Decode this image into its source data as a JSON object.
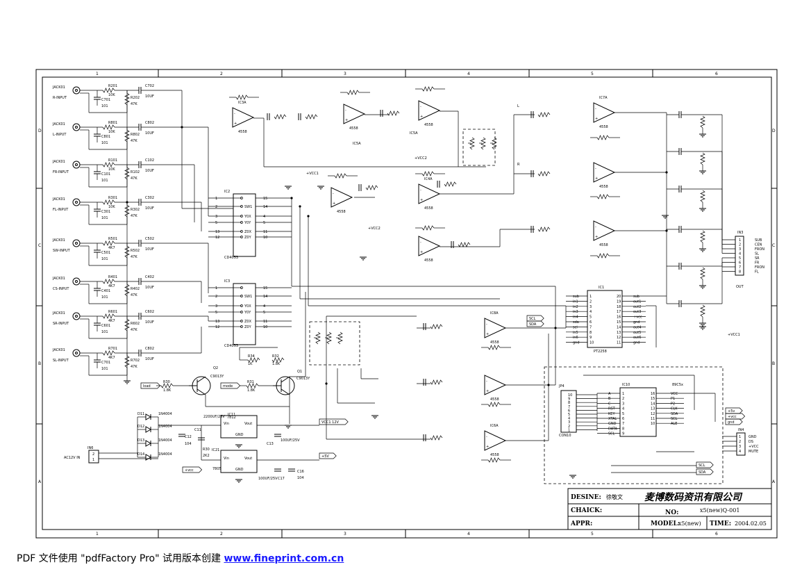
{
  "grid": {
    "cols": [
      "1",
      "2",
      "3",
      "4",
      "5",
      "6"
    ],
    "rows": [
      "D",
      "C",
      "B",
      "A"
    ]
  },
  "inputs": [
    {
      "jack": "JACK01",
      "label": "R-INPUT",
      "r1": "R201",
      "rv": "10K",
      "c": "C701",
      "cv": "101",
      "r2": "R202",
      "r2v": "47K",
      "cap": "C702",
      "capv": "10UF"
    },
    {
      "jack": "JACK01",
      "label": "L-INPUT",
      "r1": "R801",
      "rv": "10K",
      "c": "C801",
      "cv": "101",
      "r2": "R802",
      "r2v": "47K",
      "cap": "C802",
      "capv": "10UF"
    },
    {
      "jack": "JACK01",
      "label": "FR-INPUT",
      "r1": "R101",
      "rv": "10K",
      "c": "C101",
      "cv": "101",
      "r2": "R102",
      "r2v": "47K",
      "cap": "C102",
      "capv": "10UF"
    },
    {
      "jack": "JACK01",
      "label": "FL-INPUT",
      "r1": "R301",
      "rv": "10K",
      "c": "C301",
      "cv": "101",
      "r2": "R302",
      "r2v": "47K",
      "cap": "C302",
      "capv": "10UF"
    },
    {
      "jack": "JACK01",
      "label": "SW-INPUT",
      "r1": "R501",
      "rv": "4K7",
      "c": "C501",
      "cv": "101",
      "r2": "R502",
      "r2v": "47K",
      "cap": "C502",
      "capv": "10UF"
    },
    {
      "jack": "JACK01",
      "label": "CS-INPUT",
      "r1": "R401",
      "rv": "4K7",
      "c": "C401",
      "cv": "101",
      "r2": "R402",
      "r2v": "47K",
      "cap": "C402",
      "capv": "10UF"
    },
    {
      "jack": "JACK01",
      "label": "SR-INPUT",
      "r1": "R601",
      "rv": "4K7",
      "c": "C601",
      "cv": "101",
      "r2": "R602",
      "r2v": "47K",
      "cap": "C602",
      "capv": "10UF"
    },
    {
      "jack": "JACK01",
      "label": "SL-INPUT",
      "r1": "R701",
      "rv": "4K7",
      "c": "C701",
      "cv": "101",
      "r2": "R702",
      "r2v": "47K",
      "cap": "C802",
      "capv": "10UF"
    }
  ],
  "chips": {
    "ic2": "IC2",
    "ic2_part": "CD4053",
    "ic3": "IC3",
    "ic3_part": "CD4053",
    "ic1": "IC1",
    "ic1_part": "PT2258",
    "ic10": "IC10",
    "ic10_part": "89C5x",
    "ic3a": "IC3A",
    "ic5a": "IC5A",
    "ic4a": "IC4A",
    "ic7a": "IC7A",
    "ic8a": "IC8A",
    "ic6a": "IC6A",
    "op_part": "4558"
  },
  "switch_pins_left": [
    "1",
    "2",
    "3",
    "5",
    "13",
    "12"
  ],
  "switch_pins_right": [
    "15",
    "14",
    "4",
    "5",
    "11",
    "10"
  ],
  "switch_pin_names": [
    "SW1",
    "Y0X",
    "Y0Y",
    "Z0X",
    "Z0Y"
  ],
  "ic1_pins_left": [
    "1",
    "2",
    "3",
    "4",
    "5",
    "6",
    "7",
    "8",
    "9",
    "10"
  ],
  "ic1_pins_right": [
    "20",
    "19",
    "18",
    "17",
    "16",
    "15",
    "14",
    "13",
    "12",
    "11"
  ],
  "ic1_sig_left": [
    "sub",
    "in1",
    "in2",
    "in3",
    "in4",
    "sda",
    "scl",
    "in5",
    "in6",
    "gnd"
  ],
  "ic1_sig_right": [
    "sub",
    "out1",
    "out2",
    "out3",
    "+vcc",
    "gnd",
    "out4",
    "out5",
    "out6",
    "gnd"
  ],
  "mcu_pins_left": [
    "1",
    "2",
    "3",
    "4",
    "5",
    "6",
    "7",
    "8",
    "9"
  ],
  "mcu_pins_right": [
    "16",
    "15",
    "14",
    "13",
    "12",
    "11",
    "10"
  ],
  "mcu_sig_left": [
    "A",
    "B",
    "C",
    "RST",
    "KEY",
    "XTAL",
    "GND",
    "DATA",
    "SCL"
  ],
  "mcu_sig_right": [
    "VCC",
    "P1",
    "P2",
    "CLK",
    "SDA",
    "SCL",
    "ALE"
  ],
  "out_connector": {
    "name": "IN3",
    "pins": [
      "1",
      "2",
      "3",
      "4",
      "5",
      "6",
      "7",
      "8"
    ],
    "labels": [
      "SUB",
      "CEN",
      "FRON",
      "SL",
      "SR",
      "FR",
      "FRON",
      "FL"
    ],
    "tag": "OUT"
  },
  "ctrl_connector": {
    "name": "IN4",
    "pins": [
      "1",
      "2",
      "3",
      "4"
    ],
    "labels": [
      "GND",
      "DS",
      "+VCC",
      "MUTE"
    ]
  },
  "jp_connector": {
    "name": "JP4",
    "pins": [
      "10",
      "9",
      "8",
      "7",
      "6",
      "5",
      "4",
      "3",
      "2",
      "1"
    ],
    "part": "CON10"
  },
  "tags": {
    "scl": "SCL",
    "sda": "SDA",
    "plus5v": "+5v",
    "plusvcc": "+vcc",
    "gnd": "gnd",
    "vcc12": "VCC1 12V",
    "v5": "+5V",
    "vcc_small": "+vcc",
    "vcc_net": "+VCC1",
    "vcc_net2": "+VCC2",
    "mode": "mode",
    "load": "load",
    "ac_in": "AC12V IN",
    "ac_pins": [
      "2",
      "1"
    ],
    "in_conn": "IN6",
    "outL": "L",
    "outR": "R"
  },
  "power": {
    "d11": "D11",
    "d12": "D12",
    "d13": "D13",
    "d14": "D14",
    "diode": "1N4004",
    "u1": "7812",
    "u2": "7805",
    "reg1": "IC11",
    "reg2": "IC21",
    "vin": "Vin",
    "vout": "Vout",
    "gnd": "GND",
    "c1": "C11",
    "c1v": "2200UF/25V",
    "c2": "C12",
    "c2v": "104",
    "c3": "C13",
    "c3v": "100UF/25V",
    "c4": "C17",
    "c4v": "100UF/25V",
    "c5": "C16",
    "c5v": "104",
    "r": "R30",
    "rv": "2K2"
  },
  "transistors": {
    "q1": "Q1",
    "q1_part": "C9013Y",
    "q2": "Q2",
    "q2_part": "C9013Y",
    "r1": "R30",
    "r1v": "1.8K",
    "r2": "R32",
    "r2v": "1.8K",
    "r3": "R31",
    "r3v": "1.8K",
    "r4": "R34",
    "r4v": "1K"
  },
  "title_block": {
    "desine_label": "DESINE:",
    "desine_value": "徐敬文",
    "company": "麦博数码资讯有限公司",
    "check_label": "CHAICK:",
    "no_label": "NO:",
    "no_value": "x5(new)Q-001",
    "appr_label": "APPR:",
    "model_label": "MODEL:",
    "model_value": "x5(new)",
    "time_label": "TIME:",
    "time_value": "2004.02.05"
  },
  "footer": {
    "text": "PDF 文件使用 \"pdfFactory Pro\" 试用版本创建",
    "link": "www.fineprint.com.cn"
  }
}
